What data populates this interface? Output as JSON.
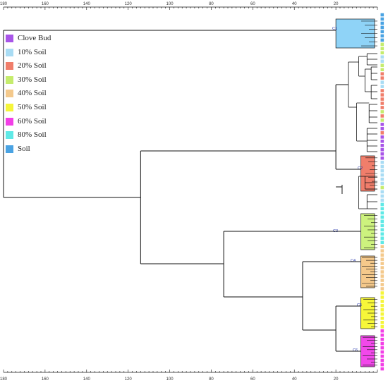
{
  "axis": {
    "ticks": [
      "180",
      "160",
      "140",
      "120",
      "100",
      "80",
      "60",
      "40",
      "20"
    ]
  },
  "legend": [
    {
      "label": "Clove Bud",
      "color": "#a855e8"
    },
    {
      "label": "10% Soil",
      "color": "#a9dcf4"
    },
    {
      "label": "20% Soil",
      "color": "#f07e6b"
    },
    {
      "label": "30% Soil",
      "color": "#c5ec6d"
    },
    {
      "label": "40% Soil",
      "color": "#f4c98c"
    },
    {
      "label": "50% Soil",
      "color": "#f5f53a"
    },
    {
      "label": "60% Soil",
      "color": "#f23fe6"
    },
    {
      "label": "80% Soil",
      "color": "#5fe9e6"
    },
    {
      "label": "Soil",
      "color": "#4aa3e3"
    }
  ],
  "clusters": [
    {
      "label": "C1",
      "color": "#8fd3f7"
    },
    {
      "label": "C2",
      "color": "#f07e6b"
    },
    {
      "label": "C3",
      "color": "#cdf27e"
    },
    {
      "label": "C4",
      "color": "#f5c98b"
    },
    {
      "label": "C5",
      "color": "#f7f739"
    },
    {
      "label": "C6",
      "color": "#f248ea"
    }
  ],
  "dendrogram": {
    "merges": [
      {
        "group": "root",
        "height": 180
      },
      {
        "group": "C1",
        "height": 20
      },
      {
        "group": "lower",
        "height": 114
      },
      {
        "group": "upper",
        "height": 20
      },
      {
        "group": "C2",
        "height": 8
      },
      {
        "group": "C3-C6",
        "height": 74
      },
      {
        "group": "C4-C6",
        "height": 36
      },
      {
        "group": "C5-C6",
        "height": 20
      },
      {
        "group": "C3",
        "height": 8
      },
      {
        "group": "C4",
        "height": 8
      },
      {
        "group": "C5",
        "height": 8
      },
      {
        "group": "C6",
        "height": 8
      }
    ]
  }
}
